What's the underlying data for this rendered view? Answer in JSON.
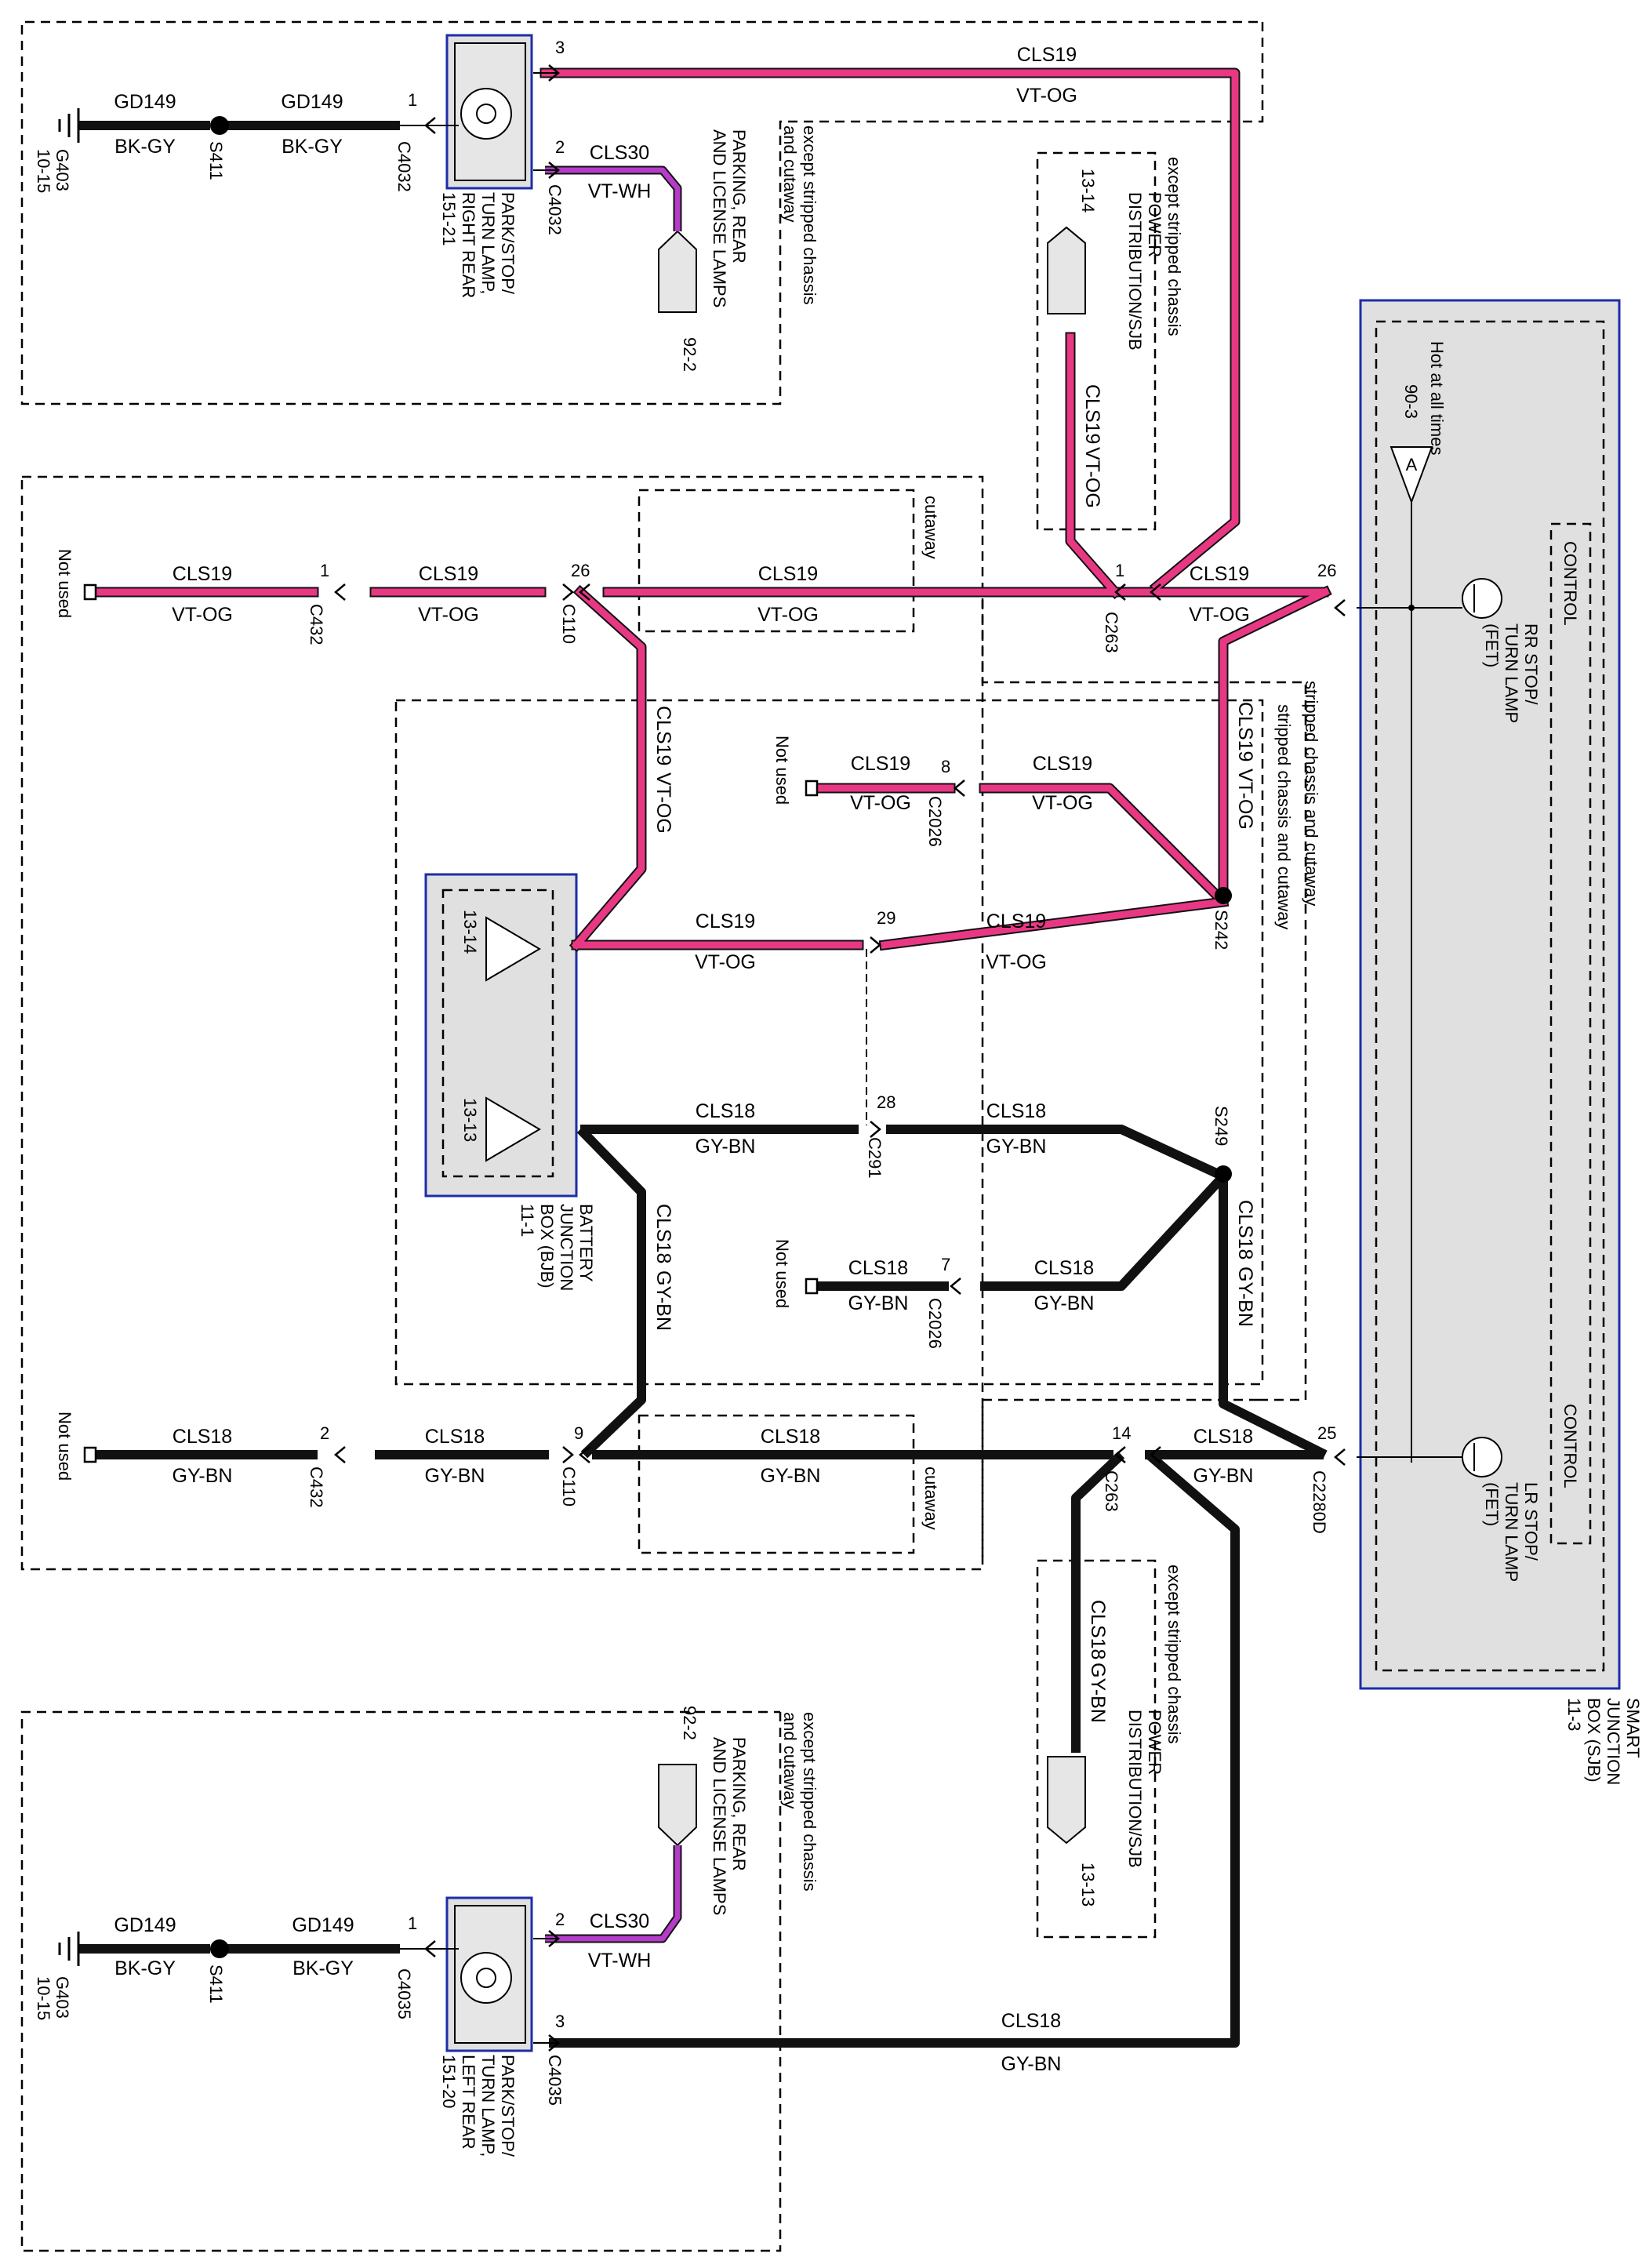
{
  "colors": {
    "violet_orange_wire": "#e83884",
    "violet_white_wire": "#b43cc8",
    "black_wire": "#111111",
    "module_border": "#1c2ea8",
    "module_fill": "#e6e6e6"
  },
  "labels": {
    "cls19": "CLS19",
    "vt_og": "VT-OG",
    "cls18": "CLS18",
    "gy_bn": "GY-BN",
    "cls30": "CLS30",
    "vt_wh": "VT-WH",
    "gd149": "GD149",
    "bk_gy": "BK-GY",
    "not_used": "Not used",
    "cutaway": "cutaway",
    "control": "CONTROL",
    "hot_at_all_times": "Hot at all times"
  },
  "ground": {
    "code": "G403",
    "ref": "10-15"
  },
  "splice_s411": "S411",
  "rr_lamp": {
    "lines": [
      "PARK/STOP/",
      "TURN LAMP,",
      "RIGHT REAR",
      "151-21"
    ],
    "connector": "C4032",
    "pins": [
      "1",
      "2",
      "3"
    ]
  },
  "lr_lamp": {
    "lines": [
      "PARK/STOP/",
      "TURN LAMP,",
      "LEFT REAR",
      "151-20"
    ],
    "connector": "C4035",
    "pins": [
      "1",
      "2",
      "3"
    ]
  },
  "parking_lamps": {
    "lines": [
      "PARKING, REAR",
      "AND LICENSE LAMPS"
    ],
    "ref": "92-2"
  },
  "except_stripped": [
    "except stripped chassis",
    "and cutaway"
  ],
  "except_stripped_chassis": "except stripped chassis",
  "stripped_cutaway": "stripped chassis and cutaway",
  "power_dist": {
    "lines": [
      "POWER",
      "DISTRIBUTION/SJB"
    ],
    "ref_top": "13-14",
    "ref_bottom": "13-13"
  },
  "sjb": {
    "lines": [
      "SMART",
      "JUNCTION",
      "BOX (SJB)",
      "11-3"
    ],
    "ref": "90-3",
    "symbol": "A",
    "rr_fet": [
      "RR STOP/",
      "TURN LAMP",
      "(FET)"
    ],
    "lr_fet": [
      "LR STOP/",
      "TURN LAMP",
      "(FET)"
    ],
    "pin_upper": "26",
    "pin_lower": "25",
    "connector": "C2280D"
  },
  "bjb": {
    "lines": [
      "BATTERY",
      "JUNCTION",
      "BOX (BJB)",
      "11-1"
    ],
    "ref_upper": "13-14",
    "ref_lower": "13-13"
  },
  "connectors": {
    "c432": "C432",
    "c110": "C110",
    "c263": "C263",
    "c2026": "C2026",
    "c291": "C291",
    "s242": "S242",
    "s249": "S249"
  },
  "pins": {
    "c432_upper": "1",
    "c432_lower": "2",
    "c110_upper": "26",
    "c110_lower": "9",
    "c263_upper": "1",
    "c263_lower": "14",
    "c2026_upper": "8",
    "c2026_lower": "7",
    "c291_upper": "29",
    "c291_lower": "28"
  }
}
